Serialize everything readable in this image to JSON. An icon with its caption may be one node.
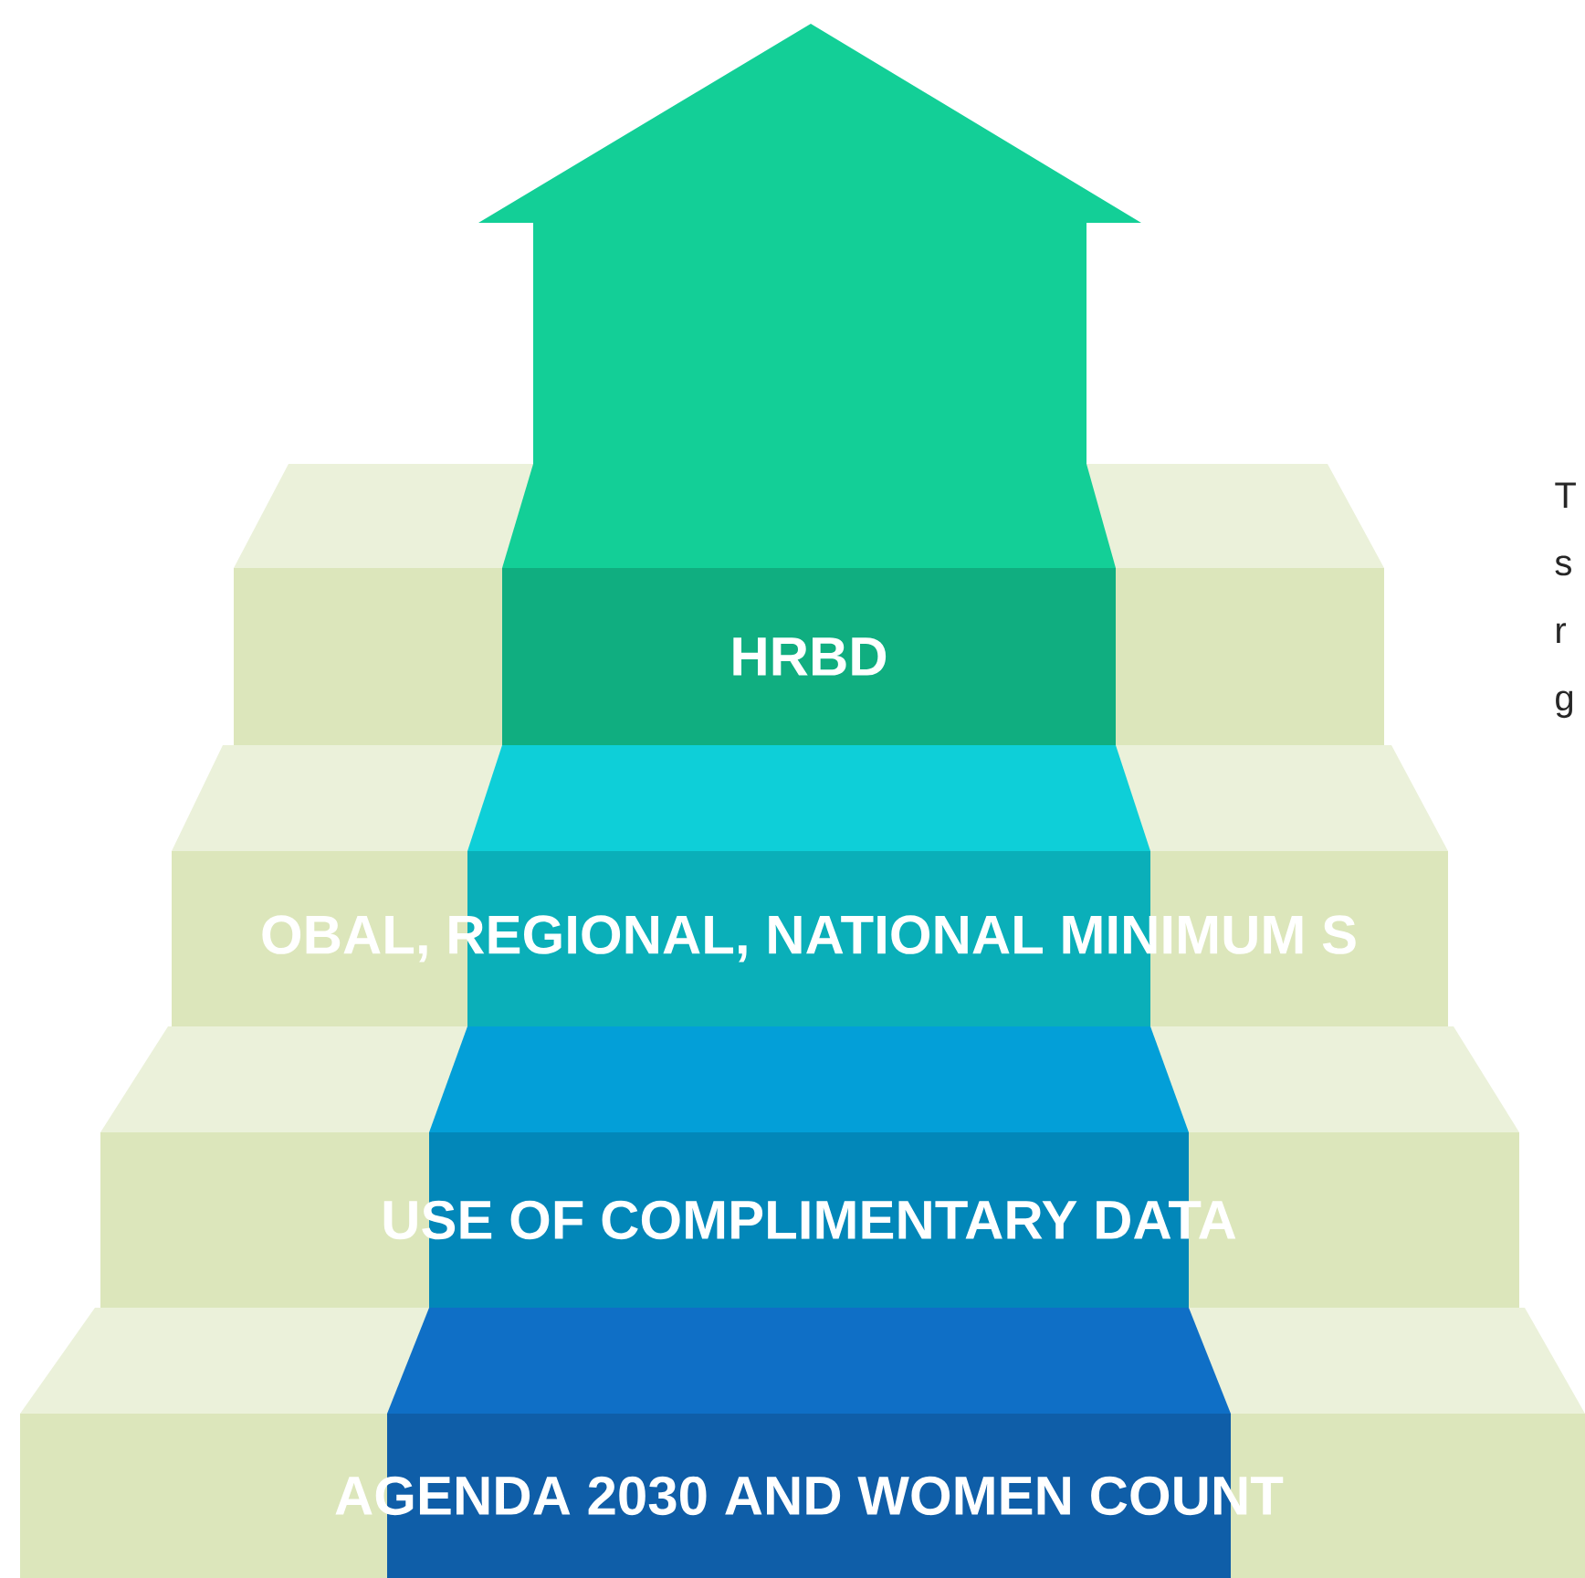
{
  "diagram": {
    "nodes": [
      {
        "text": [
          "HRBD"
        ]
      },
      {
        "text": [
          "OBAL, REGIONAL, NATIONAL MINIMUM S"
        ]
      },
      {
        "text": [
          "USE OF COMPLIMENTARY DATA"
        ]
      },
      {
        "text": [
          "AGENDA 2030 AND WOMEN COUNT"
        ]
      }
    ],
    "labels": [
      "T s r g"
    ]
  }
}
